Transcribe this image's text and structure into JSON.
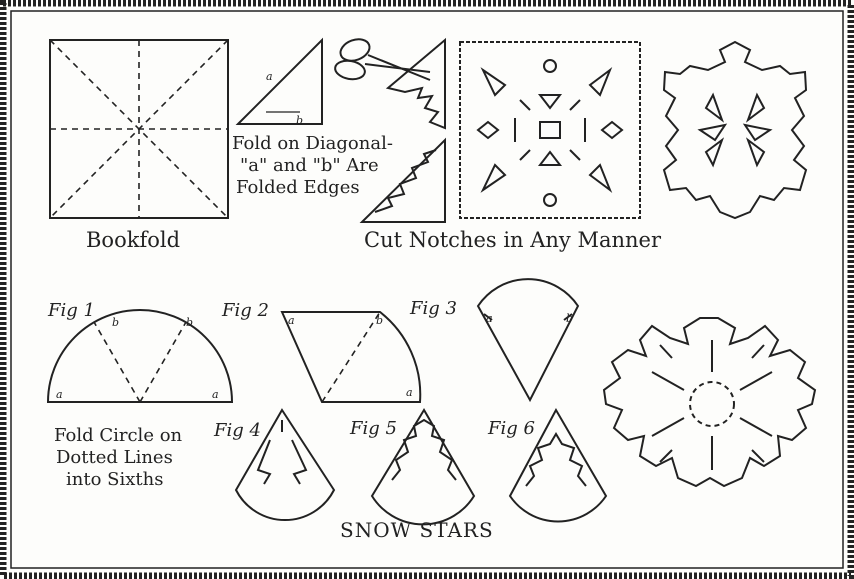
{
  "labels": {
    "bookfold": "Bookfold",
    "fold_line1": "Fold on Diagonal-",
    "fold_line2": "\"a\" and \"b\" Are",
    "fold_line3": "Folded Edges",
    "cut_notches": "Cut Notches in Any Manner",
    "fig1": "Fig 1",
    "fig2": "Fig 2",
    "fig3": "Fig 3",
    "fig4": "Fig 4",
    "fig5": "Fig 5",
    "fig6": "Fig 6",
    "circle_line1": "Fold Circle on",
    "circle_line2": "Dotted Lines",
    "circle_line3": "into Sixths",
    "title": "SNOW STARS"
  },
  "colors": {
    "ink": "#222222",
    "paper": "#fdfdfb"
  }
}
